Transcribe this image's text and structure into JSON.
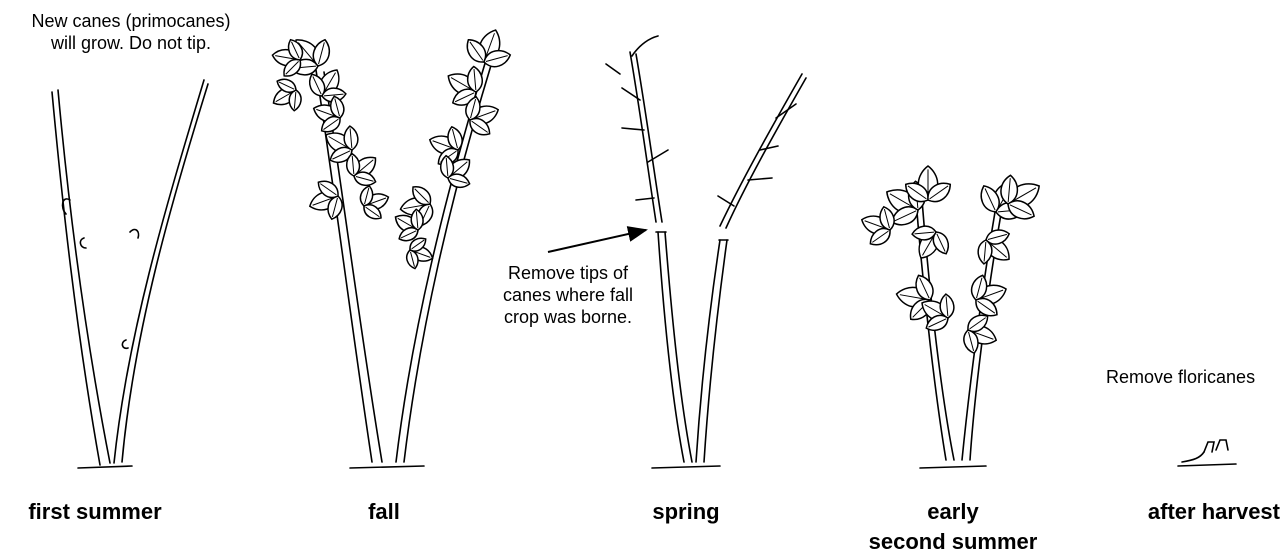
{
  "stages": [
    {
      "id": "first-summer",
      "label_lines": [
        "first summer"
      ]
    },
    {
      "id": "fall",
      "label_lines": [
        "fall"
      ]
    },
    {
      "id": "spring",
      "label_lines": [
        "spring"
      ]
    },
    {
      "id": "early-second-summer",
      "label_lines": [
        "early",
        "second summer"
      ]
    },
    {
      "id": "after-harvest",
      "label_lines": [
        "after harvest"
      ]
    }
  ],
  "notes": {
    "primocanes": [
      "New canes (primocanes)",
      "will grow. Do not tip."
    ],
    "remove_tips": [
      "Remove tips of",
      "canes where fall",
      "crop was borne."
    ],
    "remove_floricanes": [
      "Remove floricanes"
    ]
  },
  "colors": {
    "ink": "#000000",
    "leaf_fill": "#ffffff"
  }
}
